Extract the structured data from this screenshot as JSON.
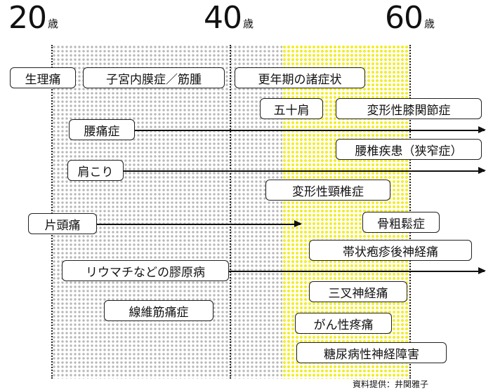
{
  "header": {
    "ages": [
      {
        "number": "20",
        "unit": "歳"
      },
      {
        "number": "40",
        "unit": "歳"
      },
      {
        "number": "60",
        "unit": "歳"
      }
    ]
  },
  "conditions": [
    "生理痛",
    "子宮内膜症／筋腫",
    "更年期の諸症状",
    "五十肩",
    "変形性膝関節症",
    "腰痛症",
    "腰椎疾患（狭窄症）",
    "肩こり",
    "変形性頸椎症",
    "片頭痛",
    "骨粗鬆症",
    "帯状疱疹後神経痛",
    "リウマチなどの膠原病",
    "三叉神経痛",
    "線維筋痛症",
    "がん性疼痛",
    "糖尿病性神経障害"
  ],
  "colors": {
    "gray_dots": "#b8b8b8",
    "yellow_dots": "#f2ee2a",
    "border": "#222222"
  },
  "footer": {
    "credit": "資料提供：井関雅子"
  }
}
